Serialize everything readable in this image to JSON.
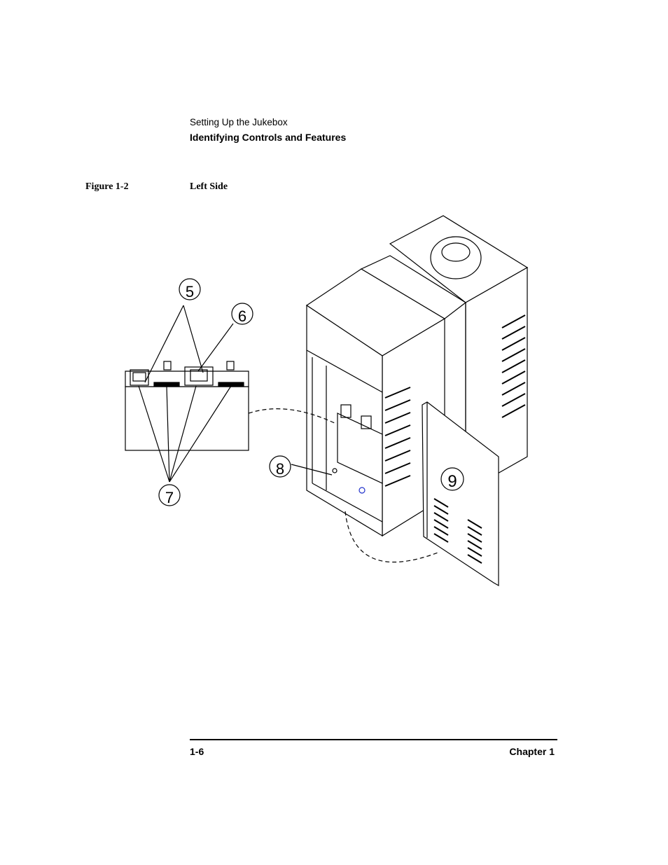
{
  "header": {
    "section": "Setting Up the Jukebox",
    "title": "Identifying Controls and Features"
  },
  "figure": {
    "number": "Figure 1-2",
    "caption": "Left Side",
    "callouts": [
      "5",
      "6",
      "7",
      "8",
      "9"
    ]
  },
  "footer": {
    "page": "1-6",
    "chapter": "Chapter 1"
  }
}
